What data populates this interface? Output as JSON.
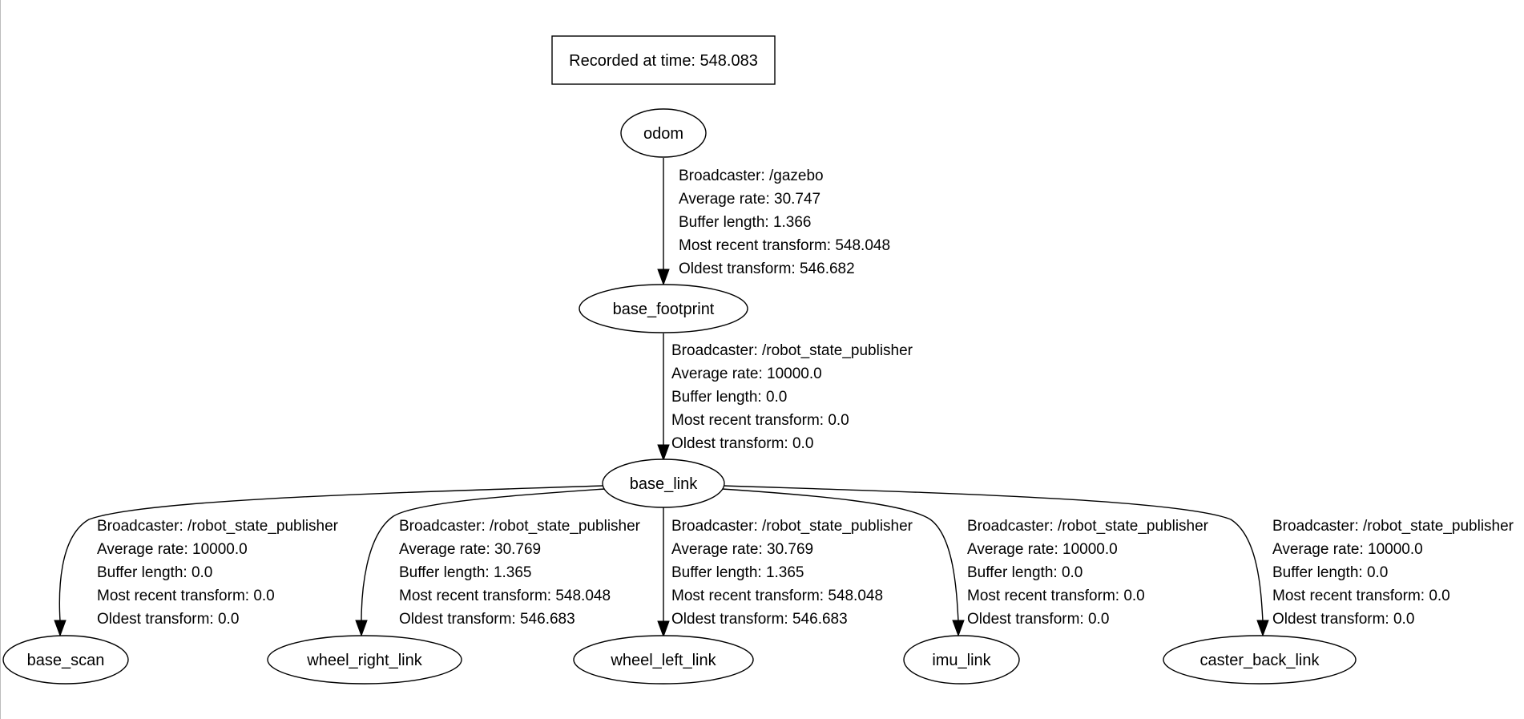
{
  "header": {
    "recorded_at": "Recorded at time: 548.083"
  },
  "nodes": {
    "odom": "odom",
    "base_footprint": "base_footprint",
    "base_link": "base_link",
    "base_scan": "base_scan",
    "wheel_right_link": "wheel_right_link",
    "wheel_left_link": "wheel_left_link",
    "imu_link": "imu_link",
    "caster_back_link": "caster_back_link"
  },
  "edges": {
    "odom_to_base_footprint": {
      "broadcaster": "Broadcaster: /gazebo",
      "average_rate": "Average rate: 30.747",
      "buffer_length": "Buffer length: 1.366",
      "most_recent": "Most recent transform: 548.048",
      "oldest": "Oldest transform: 546.682"
    },
    "base_footprint_to_base_link": {
      "broadcaster": "Broadcaster: /robot_state_publisher",
      "average_rate": "Average rate: 10000.0",
      "buffer_length": "Buffer length: 0.0",
      "most_recent": "Most recent transform: 0.0",
      "oldest": "Oldest transform: 0.0"
    },
    "base_link_to_base_scan": {
      "broadcaster": "Broadcaster: /robot_state_publisher",
      "average_rate": "Average rate: 10000.0",
      "buffer_length": "Buffer length: 0.0",
      "most_recent": "Most recent transform: 0.0",
      "oldest": "Oldest transform: 0.0"
    },
    "base_link_to_wheel_right_link": {
      "broadcaster": "Broadcaster: /robot_state_publisher",
      "average_rate": "Average rate: 30.769",
      "buffer_length": "Buffer length: 1.365",
      "most_recent": "Most recent transform: 548.048",
      "oldest": "Oldest transform: 546.683"
    },
    "base_link_to_wheel_left_link": {
      "broadcaster": "Broadcaster: /robot_state_publisher",
      "average_rate": "Average rate: 30.769",
      "buffer_length": "Buffer length: 1.365",
      "most_recent": "Most recent transform: 548.048",
      "oldest": "Oldest transform: 546.683"
    },
    "base_link_to_imu_link": {
      "broadcaster": "Broadcaster: /robot_state_publisher",
      "average_rate": "Average rate: 10000.0",
      "buffer_length": "Buffer length: 0.0",
      "most_recent": "Most recent transform: 0.0",
      "oldest": "Oldest transform: 0.0"
    },
    "base_link_to_caster_back_link": {
      "broadcaster": "Broadcaster: /robot_state_publisher",
      "average_rate": "Average rate: 10000.0",
      "buffer_length": "Buffer length: 0.0",
      "most_recent": "Most recent transform: 0.0",
      "oldest": "Oldest transform: 0.0"
    }
  }
}
